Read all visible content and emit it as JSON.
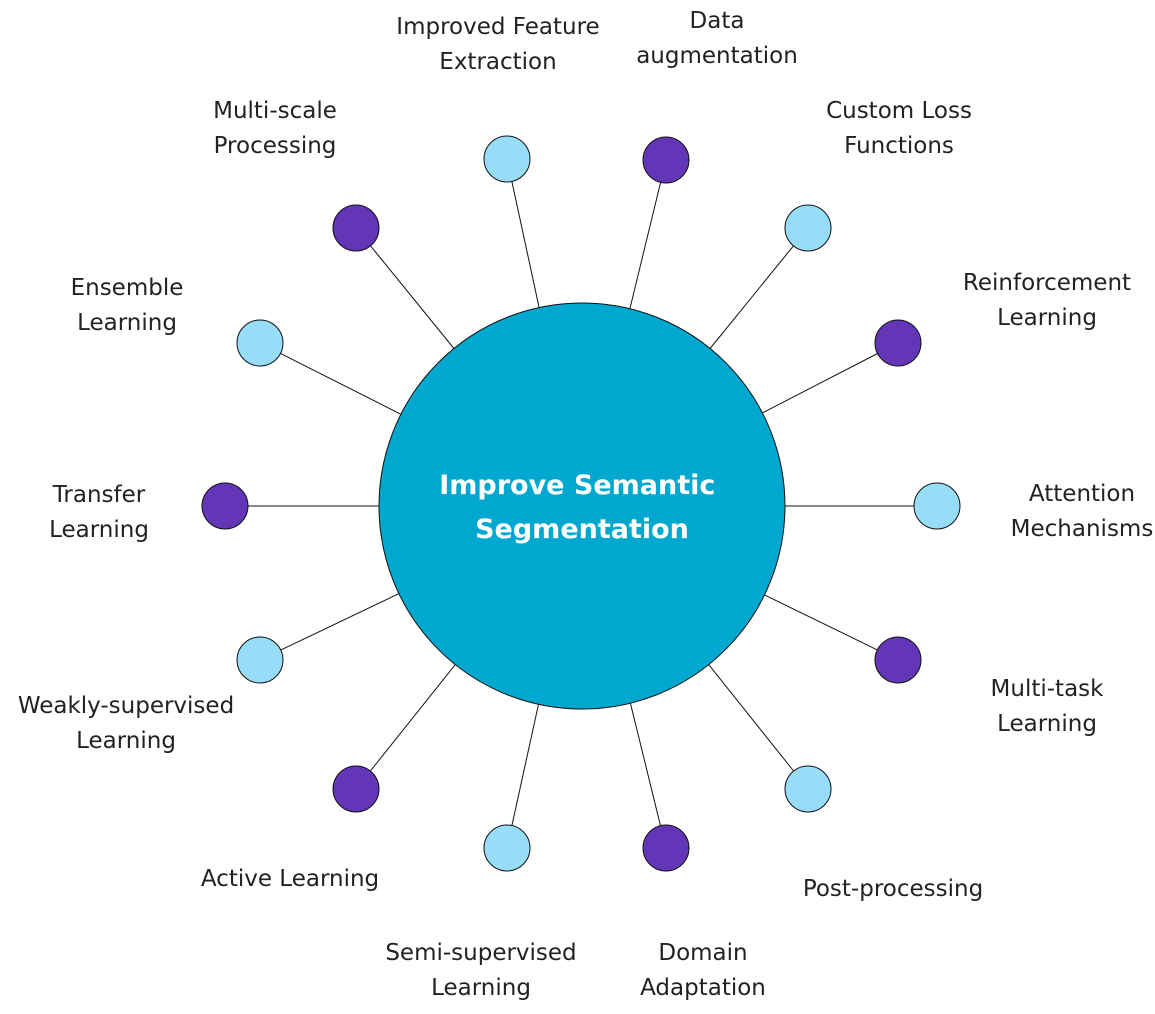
{
  "central": {
    "lines": [
      "Improve Semantic",
      "Segmentation"
    ],
    "color": "#00a8cf"
  },
  "colors": {
    "light": "#97dcf8",
    "dark": "#6336b8",
    "connector": "#111111"
  },
  "nodes": [
    {
      "id": "improved-feature-extraction",
      "lines": [
        "Improved Feature",
        "Extraction"
      ],
      "color": "light"
    },
    {
      "id": "data-augmentation",
      "lines": [
        "Data",
        "augmentation"
      ],
      "color": "dark"
    },
    {
      "id": "custom-loss-functions",
      "lines": [
        "Custom Loss",
        "Functions"
      ],
      "color": "light"
    },
    {
      "id": "reinforcement-learning",
      "lines": [
        "Reinforcement",
        "Learning"
      ],
      "color": "dark"
    },
    {
      "id": "attention-mechanisms",
      "lines": [
        "Attention",
        "Mechanisms"
      ],
      "color": "light"
    },
    {
      "id": "multi-task-learning",
      "lines": [
        "Multi-task",
        "Learning"
      ],
      "color": "dark"
    },
    {
      "id": "post-processing",
      "lines": [
        "Post-processing"
      ],
      "color": "light"
    },
    {
      "id": "domain-adaptation",
      "lines": [
        "Domain",
        "Adaptation"
      ],
      "color": "dark"
    },
    {
      "id": "semi-supervised-learning",
      "lines": [
        "Semi-supervised",
        "Learning"
      ],
      "color": "light"
    },
    {
      "id": "active-learning",
      "lines": [
        "Active Learning"
      ],
      "color": "dark"
    },
    {
      "id": "weakly-supervised-learning",
      "lines": [
        "Weakly-supervised",
        "Learning"
      ],
      "color": "light"
    },
    {
      "id": "transfer-learning",
      "lines": [
        "Transfer",
        "Learning"
      ],
      "color": "dark"
    },
    {
      "id": "ensemble-learning",
      "lines": [
        "Ensemble",
        "Learning"
      ],
      "color": "light"
    },
    {
      "id": "multi-scale-processing",
      "lines": [
        "Multi-scale",
        "Processing"
      ],
      "color": "dark"
    }
  ]
}
